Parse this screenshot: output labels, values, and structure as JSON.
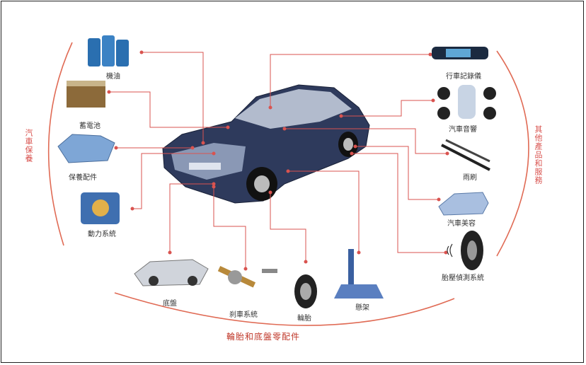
{
  "groups": {
    "left": "汽車保養",
    "right": "其他產品和服務",
    "bottom": "輪胎和底盤零配件"
  },
  "parts": {
    "oil": "機油",
    "battery": "蓄電池",
    "maintenance": "保養配件",
    "power": "動力系統",
    "chassis": "底盤",
    "brake": "刹車系統",
    "tire": "輪胎",
    "suspension": "懸架",
    "recorder": "行車記錄儀",
    "audio": "汽車音響",
    "wiper": "雨刷",
    "beauty": "汽車美容",
    "tpms": "胎壓偵測系統"
  },
  "colors": {
    "accent": "#d9534f",
    "car": "#2a3552"
  }
}
